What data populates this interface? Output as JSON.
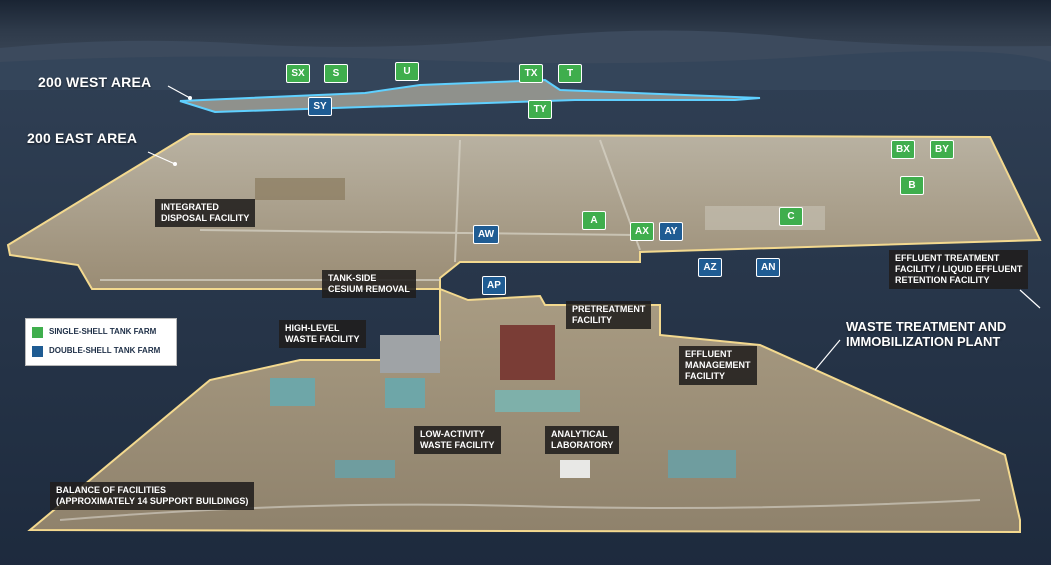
{
  "areas": {
    "west": "200 WEST AREA",
    "east": "200 EAST AREA"
  },
  "plant": {
    "line1": "WASTE TREATMENT AND",
    "line2": "IMMOBILIZATION PLANT"
  },
  "tank_farms": [
    {
      "label": "SX",
      "type": "single"
    },
    {
      "label": "S",
      "type": "single"
    },
    {
      "label": "U",
      "type": "single"
    },
    {
      "label": "TX",
      "type": "single"
    },
    {
      "label": "T",
      "type": "single"
    },
    {
      "label": "SY",
      "type": "double"
    },
    {
      "label": "TY",
      "type": "single"
    },
    {
      "label": "BX",
      "type": "single"
    },
    {
      "label": "BY",
      "type": "single"
    },
    {
      "label": "B",
      "type": "single"
    },
    {
      "label": "A",
      "type": "single"
    },
    {
      "label": "AX",
      "type": "single"
    },
    {
      "label": "AY",
      "type": "double"
    },
    {
      "label": "C",
      "type": "single"
    },
    {
      "label": "AW",
      "type": "double"
    },
    {
      "label": "AZ",
      "type": "double"
    },
    {
      "label": "AN",
      "type": "double"
    },
    {
      "label": "AP",
      "type": "double"
    }
  ],
  "facilities": {
    "idf": {
      "line1": "INTEGRATED",
      "line2": "DISPOSAL FACILITY"
    },
    "tscr": {
      "line1": "TANK-SIDE",
      "line2": "CESIUM REMOVAL"
    },
    "etf": {
      "line1": "EFFLUENT TREATMENT",
      "line2": "FACILITY / LIQUID EFFLUENT",
      "line3": "RETENTION FACILITY"
    },
    "hlw": {
      "line1": "HIGH-LEVEL",
      "line2": "WASTE FACILITY"
    },
    "pretreatment": {
      "line1": "PRETREATMENT",
      "line2": "FACILITY"
    },
    "emf": {
      "line1": "EFFLUENT",
      "line2": "MANAGEMENT",
      "line3": "FACILITY"
    },
    "law": {
      "line1": "LOW-ACTIVITY",
      "line2": "WASTE FACILITY"
    },
    "lab": {
      "line1": "ANALYTICAL",
      "line2": "LABORATORY"
    },
    "bof": {
      "line1": "BALANCE OF FACILITIES",
      "line2": "(APPROXIMATELY 14 SUPPORT BUILDINGS)"
    }
  },
  "legend": {
    "single_label": "SINGLE-SHELL TANK FARM",
    "double_label": "DOUBLE-SHELL TANK FARM"
  },
  "colors": {
    "single_shell": "#3fae4d",
    "double_shell": "#1f5c93",
    "area_outline_west": "#5fd0ff",
    "area_outline_east": "#f3d98f"
  }
}
